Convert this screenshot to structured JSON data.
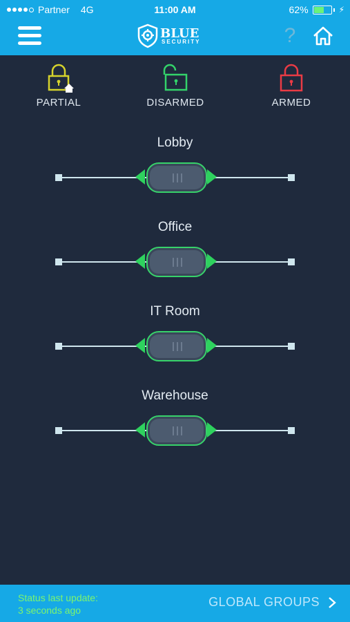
{
  "status_bar": {
    "carrier": "Partner",
    "network": "4G",
    "time": "11:00 AM",
    "battery": "62%",
    "battery_level": 0.62
  },
  "header": {
    "logo_main": "BLUE",
    "logo_sub": "SECURITY",
    "help_label": "?"
  },
  "modes": [
    {
      "label": "PARTIAL",
      "color": "#d6d32c",
      "icon": "lock-partial-icon"
    },
    {
      "label": "DISARMED",
      "color": "#33d36a",
      "icon": "lock-open-icon"
    },
    {
      "label": "ARMED",
      "color": "#ea3b45",
      "icon": "lock-closed-icon"
    }
  ],
  "groups": [
    {
      "name": "Lobby",
      "state": "DISARMED"
    },
    {
      "name": "Office",
      "state": "DISARMED"
    },
    {
      "name": "IT Room",
      "state": "DISARMED"
    },
    {
      "name": "Warehouse",
      "state": "DISARMED"
    }
  ],
  "footer": {
    "status_line1": "Status last update:",
    "status_line2": "3 seconds ago",
    "global_groups": "GLOBAL GROUPS"
  },
  "colors": {
    "accent": "#16a9e6",
    "background": "#1f2a3d",
    "slider_green": "#2ed25e"
  }
}
